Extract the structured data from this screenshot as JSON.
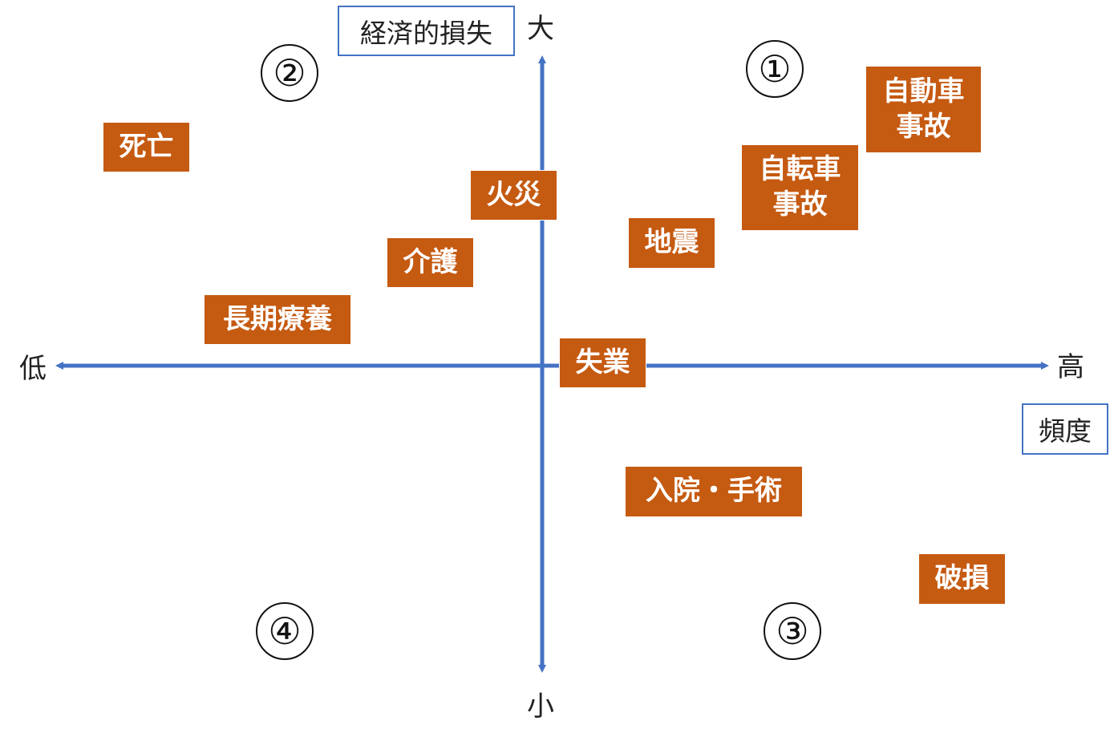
{
  "axis": {
    "y_title": "経済的損失",
    "y_high": "大",
    "y_low": "小",
    "x_title": "頻度",
    "x_high": "高",
    "x_low": "低",
    "color": "#4472c4"
  },
  "quadrants": {
    "q1": "①",
    "q2": "②",
    "q3": "③",
    "q4": "④"
  },
  "risks": {
    "car_accident": "自動車\n事故",
    "death": "死亡",
    "bicycle_accident": "自転車\n事故",
    "fire": "火災",
    "earthquake": "地震",
    "nursing_care": "介護",
    "long_term_care": "長期療養",
    "unemployment": "失業",
    "hospital_surgery": "入院・手術",
    "damage": "破損"
  },
  "risk_color": "#c55a11"
}
